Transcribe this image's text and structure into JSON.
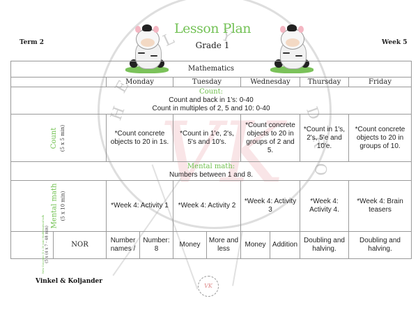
{
  "header": {
    "title": "Lesson Plan",
    "grade": "Grade 1",
    "term": "Term 2",
    "week": "Week 5"
  },
  "subject": "Mathematics",
  "days": [
    "Monday",
    "Tuesday",
    "Wednesday",
    "Thursday",
    "Friday"
  ],
  "count": {
    "heading": "Count:",
    "line1": "Count and back in 1's: 0-40",
    "line2": "Count in multiples of 2, 5 and 10: 0-40",
    "row_label": "Count",
    "row_sub": "(5 x 5 min)",
    "cells": [
      "*Count concrete objects to 20 in 1s.",
      "*Count in 1'e, 2's, 5's and 10's.",
      "*Count concrete objects to 20 in groups of 2 and 5.",
      "*Count in 1's, 2's, 5'e and 10'e.",
      "*Count concrete objects to 20 in groups of 10."
    ]
  },
  "mental_math": {
    "heading": "Mental math:",
    "line1": "Numbers between 1 and 8.",
    "row_label": "Mental math",
    "row_sub": "(5 x 10 min)",
    "cells": [
      "*Week 4: Activity 1",
      "*Week 4: Activity 2",
      "*Week 4: Activity 3",
      "*Week 4: Activity 4.",
      "*Week 4: Brain teasers"
    ]
  },
  "nor": {
    "side_label_small": "New Concepts (5 x 30 min) Mathematical talk",
    "side_label_time": "(5 x (4 x 7 - 48 min)",
    "label": "NOR",
    "cells": [
      "Number names /",
      "Number: 8",
      "Money",
      "More and less",
      "Money",
      "Addition",
      "Doubling and halving.",
      "Doubling and halving."
    ]
  },
  "footer": "Vinkel & Koljander",
  "watermark": {
    "ring_text": "HELEN KLEYF ROOM",
    "monogram": "VK"
  },
  "colors": {
    "accent_green": "#74c257",
    "grid": "#9a9a9a"
  }
}
